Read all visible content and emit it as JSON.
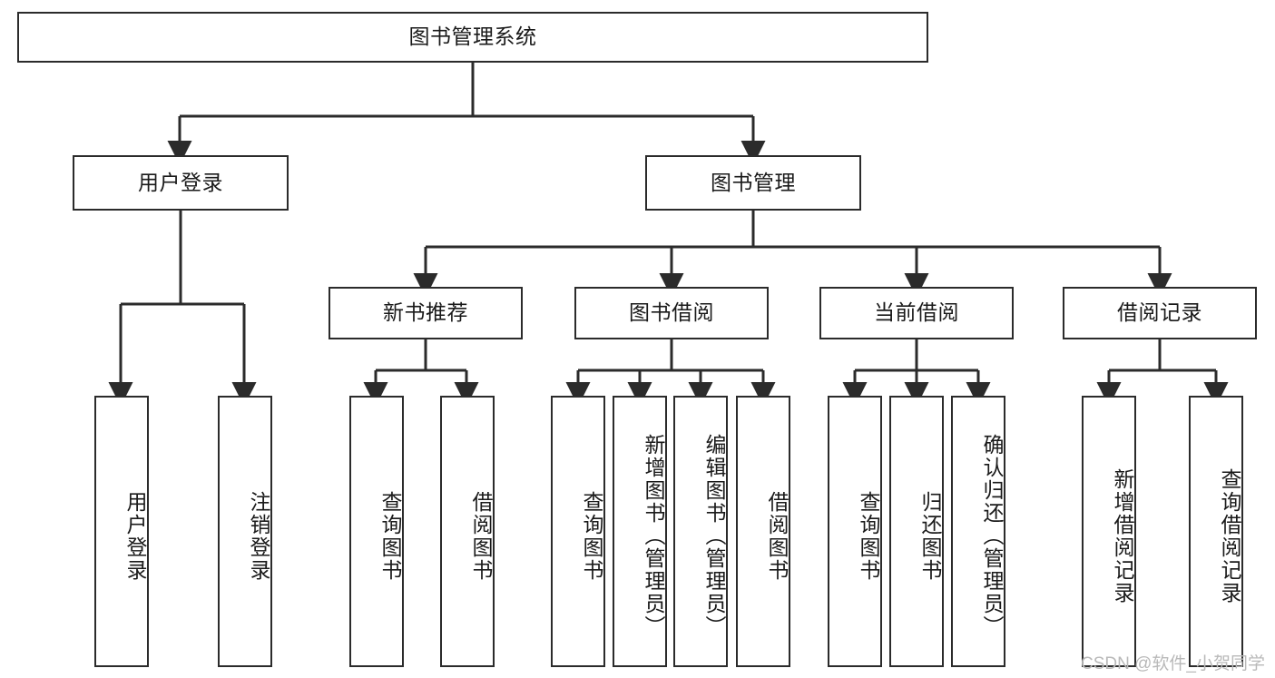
{
  "diagram": {
    "title": "图书管理系统",
    "watermark": "CSDN @软件_小贺同学",
    "line_color": "#2b2b2b",
    "box_border_color": "#2b2b2b",
    "box_fill": "#ffffff",
    "text_color": "#1a1a1a",
    "watermark_color": "#b9b9b9",
    "root": {
      "label": "图书管理系统"
    },
    "level2": [
      {
        "label": "用户登录"
      },
      {
        "label": "图书管理"
      }
    ],
    "level3": [
      {
        "label": "新书推荐"
      },
      {
        "label": "图书借阅"
      },
      {
        "label": "当前借阅"
      },
      {
        "label": "借阅记录"
      }
    ],
    "leaves_user_login": [
      {
        "label": "用户登录"
      },
      {
        "label": "注销登录"
      }
    ],
    "leaves_new_books": [
      {
        "label": "查询图书"
      },
      {
        "label": "借阅图书"
      }
    ],
    "leaves_borrow": [
      {
        "label": "查询图书"
      },
      {
        "label": "新增图书（管理员）"
      },
      {
        "label": "编辑图书（管理员）"
      },
      {
        "label": "借阅图书"
      }
    ],
    "leaves_current": [
      {
        "label": "查询图书"
      },
      {
        "label": "归还图书"
      },
      {
        "label": "确认归还（管理员）"
      }
    ],
    "leaves_records": [
      {
        "label": "新增借阅记录"
      },
      {
        "label": "查询借阅记录"
      }
    ]
  }
}
